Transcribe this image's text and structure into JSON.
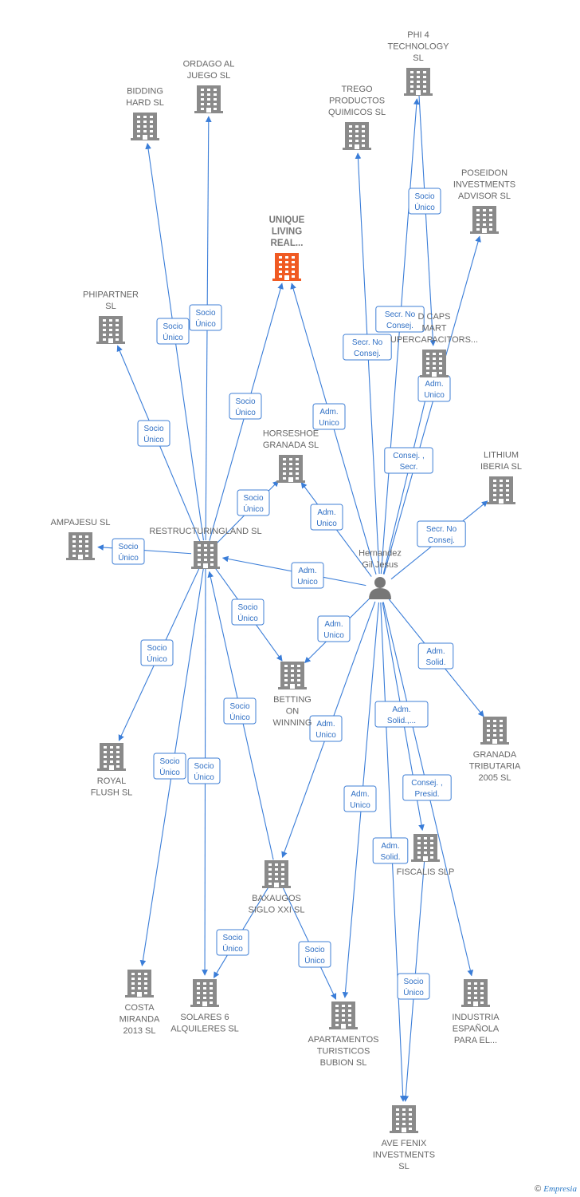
{
  "colors": {
    "edge": "#3a7dd8",
    "building": "#8a8a8a",
    "focus_building": "#f05a22",
    "person": "#777777",
    "label": "#666666"
  },
  "nodes": [
    {
      "id": "unique",
      "lines": [
        "UNIQUE",
        "LIVING",
        "REAL..."
      ],
      "icon": "building-icon",
      "focus": true
    },
    {
      "id": "ordago",
      "lines": [
        "ORDAGO AL",
        "JUEGO  SL"
      ],
      "icon": "building-icon"
    },
    {
      "id": "bidding",
      "lines": [
        "BIDDING",
        "HARD  SL"
      ],
      "icon": "building-icon"
    },
    {
      "id": "phi4",
      "lines": [
        "PHI 4",
        "TECHNOLOGY",
        "SL"
      ],
      "icon": "building-icon"
    },
    {
      "id": "trego",
      "lines": [
        "TREGO",
        "PRODUCTOS",
        "QUIMICOS  SL"
      ],
      "icon": "building-icon"
    },
    {
      "id": "poseidon",
      "lines": [
        "POSEIDON",
        "INVESTMENTS",
        "ADVISOR  SL"
      ],
      "icon": "building-icon"
    },
    {
      "id": "phipartner",
      "lines": [
        "PHIPARTNER",
        "SL"
      ],
      "icon": "building-icon"
    },
    {
      "id": "dcaps",
      "lines": [
        "D CAPS",
        "MART",
        "UPERCAPACITORS..."
      ],
      "icon": "building-icon"
    },
    {
      "id": "horseshoe",
      "lines": [
        "HORSESHOE",
        "GRANADA  SL"
      ],
      "icon": "building-icon"
    },
    {
      "id": "lithium",
      "lines": [
        "LITHIUM",
        "IBERIA  SL"
      ],
      "icon": "building-icon"
    },
    {
      "id": "ampajesu",
      "lines": [
        "AMPAJESU  SL"
      ],
      "icon": "building-icon"
    },
    {
      "id": "restructuring",
      "lines": [
        "RESTRUCTURINGLAND SL"
      ],
      "icon": "building-icon"
    },
    {
      "id": "hernandez",
      "lines": [
        "Hernandez",
        "Gil Jesus"
      ],
      "icon": "person-icon"
    },
    {
      "id": "betting",
      "lines": [
        "BETTING",
        "ON",
        "WINNING"
      ],
      "icon": "building-icon"
    },
    {
      "id": "royal",
      "lines": [
        "ROYAL",
        "FLUSH  SL"
      ],
      "icon": "building-icon"
    },
    {
      "id": "granada",
      "lines": [
        "GRANADA",
        "TRIBUTARIA",
        "2005 SL"
      ],
      "icon": "building-icon"
    },
    {
      "id": "fiscalis",
      "lines": [
        "FISCALIS  SLP"
      ],
      "icon": "building-icon"
    },
    {
      "id": "baxaugos",
      "lines": [
        "BAXAUGOS",
        "SIGLO XXI SL"
      ],
      "icon": "building-icon"
    },
    {
      "id": "costa",
      "lines": [
        "COSTA",
        "MIRANDA",
        "2013  SL"
      ],
      "icon": "building-icon"
    },
    {
      "id": "solares",
      "lines": [
        "SOLARES 6",
        "ALQUILERES SL"
      ],
      "icon": "building-icon"
    },
    {
      "id": "apartamentos",
      "lines": [
        "APARTAMENTOS",
        "TURISTICOS",
        "BUBION SL"
      ],
      "icon": "building-icon"
    },
    {
      "id": "industria",
      "lines": [
        "INDUSTRIA",
        "ESPAÑOLA",
        "PARA EL..."
      ],
      "icon": "building-icon"
    },
    {
      "id": "avefenix",
      "lines": [
        "AVE FENIX",
        "INVESTMENTS",
        "SL"
      ],
      "icon": "building-icon"
    }
  ],
  "edges": [
    {
      "from": "restructuring",
      "to": "bidding",
      "lines": [
        "Socio",
        "Único"
      ]
    },
    {
      "from": "restructuring",
      "to": "ordago",
      "lines": [
        "Socio",
        "Único"
      ]
    },
    {
      "from": "restructuring",
      "to": "phipartner",
      "lines": [
        "Socio",
        "Único"
      ]
    },
    {
      "from": "restructuring",
      "to": "unique",
      "lines": [
        "Socio",
        "Único"
      ]
    },
    {
      "from": "restructuring",
      "to": "horseshoe",
      "lines": [
        "Socio",
        "Único"
      ]
    },
    {
      "from": "restructuring",
      "to": "ampajesu",
      "lines": [
        "Socio",
        "Único"
      ]
    },
    {
      "from": "restructuring",
      "to": "royal",
      "lines": [
        "Socio",
        "Único"
      ]
    },
    {
      "from": "restructuring",
      "to": "betting",
      "lines": [
        "Socio",
        "Único"
      ]
    },
    {
      "from": "restructuring",
      "to": "costa",
      "lines": [
        "Socio",
        "Único"
      ]
    },
    {
      "from": "restructuring",
      "to": "solares",
      "lines": [
        "Socio",
        "Único"
      ]
    },
    {
      "from": "baxaugos",
      "to": "restructuring",
      "lines": [
        "Socio",
        "Único"
      ]
    },
    {
      "from": "baxaugos",
      "to": "solares",
      "lines": [
        "Socio",
        "Único"
      ]
    },
    {
      "from": "baxaugos",
      "to": "apartamentos",
      "lines": [
        "Socio",
        "Único"
      ]
    },
    {
      "from": "hernandez",
      "to": "unique",
      "lines": [
        "Adm.",
        "Unico"
      ]
    },
    {
      "from": "hernandez",
      "to": "horseshoe",
      "lines": [
        "Adm.",
        "Unico"
      ]
    },
    {
      "from": "hernandez",
      "to": "restructuring",
      "lines": [
        "Adm.",
        "Unico"
      ]
    },
    {
      "from": "hernandez",
      "to": "betting",
      "lines": [
        "Adm.",
        "Unico"
      ]
    },
    {
      "from": "hernandez",
      "to": "baxaugos",
      "lines": [
        "Adm.",
        "Unico"
      ]
    },
    {
      "from": "hernandez",
      "to": "apartamentos",
      "lines": [
        "Adm.",
        "Unico"
      ]
    },
    {
      "from": "hernandez",
      "to": "trego",
      "lines": [
        "Secr.  No",
        "Consej."
      ]
    },
    {
      "from": "hernandez",
      "to": "phi4",
      "lines": [
        "Secr.  No",
        "Consej."
      ]
    },
    {
      "from": "phi4",
      "to": "dcaps",
      "lines": [
        "Socio",
        "Único"
      ]
    },
    {
      "from": "hernandez",
      "to": "dcaps",
      "lines": [
        "Adm.",
        "Unico"
      ]
    },
    {
      "from": "hernandez",
      "to": "poseidon",
      "lines": [
        "Consej. ,",
        "Secr."
      ]
    },
    {
      "from": "hernandez",
      "to": "lithium",
      "lines": [
        "Secr.  No",
        "Consej."
      ]
    },
    {
      "from": "hernandez",
      "to": "granada",
      "lines": [
        "Adm.",
        "Solid."
      ]
    },
    {
      "from": "hernandez",
      "to": "fiscalis",
      "lines": [
        "Adm.",
        "Solid.,..."
      ]
    },
    {
      "from": "hernandez",
      "to": "industria",
      "lines": [
        "Consej. ,",
        "Presid."
      ]
    },
    {
      "from": "hernandez",
      "to": "avefenix",
      "lines": [
        "Adm.",
        "Solid."
      ]
    },
    {
      "from": "fiscalis",
      "to": "avefenix",
      "lines": [
        "Socio",
        "Único"
      ]
    }
  ],
  "footer": {
    "copyright": "©",
    "brand": "Empresia"
  }
}
